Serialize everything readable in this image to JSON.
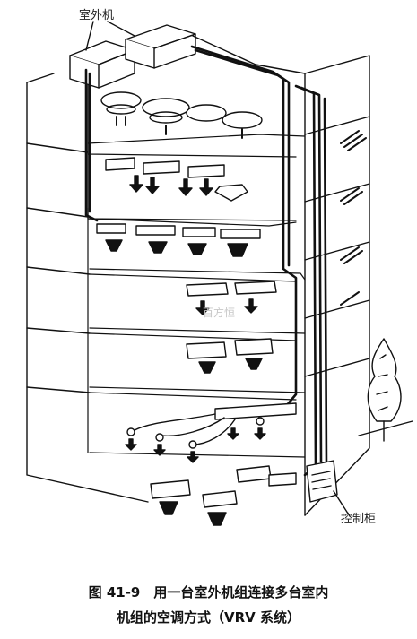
{
  "labels": {
    "outdoor_unit": "室外机",
    "control_cabinet": "控制柜"
  },
  "caption": {
    "line1": "图 41-9　用一台室外机组连接多台室内",
    "line2": "机组的空调方式（VRV 系统）"
  },
  "watermark": "百方恒"
}
